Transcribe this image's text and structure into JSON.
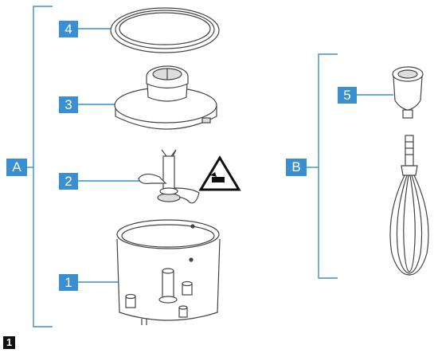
{
  "groups": [
    {
      "id": "A",
      "label": "A"
    },
    {
      "id": "B",
      "label": "B"
    }
  ],
  "parts": [
    {
      "id": "1",
      "label": "1",
      "name": "bowl"
    },
    {
      "id": "2",
      "label": "2",
      "name": "blade"
    },
    {
      "id": "3",
      "label": "3",
      "name": "lid"
    },
    {
      "id": "4",
      "label": "4",
      "name": "seal-ring"
    },
    {
      "id": "5",
      "label": "5",
      "name": "gear-attachment"
    }
  ],
  "figure_badge": "1",
  "icons": [
    "blade-warning-icon",
    "whisk-icon"
  ],
  "colors": {
    "label_blue": "#3a8fd0",
    "line_blue": "#3a8fd0",
    "outline": "#444444"
  }
}
